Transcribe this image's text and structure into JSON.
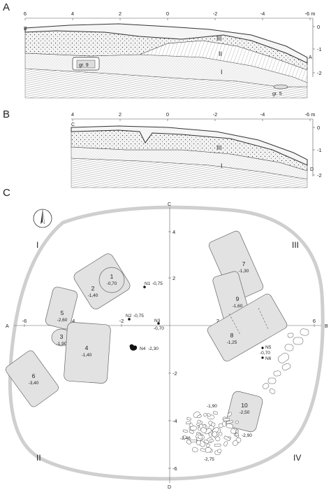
{
  "panels": {
    "a": {
      "letter": "A",
      "corners": {
        "left": "B",
        "right": "A"
      },
      "x_ticks": [
        "6",
        "4",
        "2",
        "0",
        "-2",
        "-4",
        "-6 m"
      ],
      "y_ticks": [
        "0",
        "-1",
        "-2"
      ],
      "layers": [
        "III",
        "II",
        "I"
      ],
      "graves": [
        "gr. 9",
        "gr. 5"
      ]
    },
    "b": {
      "letter": "B",
      "corners": {
        "left": "C",
        "right": "D"
      },
      "x_ticks": [
        "4",
        "2",
        "0",
        "-2",
        "-4",
        "-6 m"
      ],
      "y_ticks": [
        "0",
        "-1",
        "-2"
      ],
      "layers": [
        "III",
        "I"
      ]
    },
    "c": {
      "letter": "C",
      "axis_ends": {
        "north": "C",
        "south": "D",
        "west": "A",
        "east": "B"
      },
      "x_ticks": [
        "-6",
        "-4",
        "-2",
        "2",
        "4",
        "6"
      ],
      "y_ticks": [
        "4",
        "2",
        "-2",
        "-4",
        "-6"
      ],
      "quadrants": [
        "I",
        "II",
        "III",
        "IV"
      ],
      "pits": [
        {
          "id": "1",
          "depth": "-0,70"
        },
        {
          "id": "2",
          "depth": "-1,40"
        },
        {
          "id": "3",
          "depth": "-1,90"
        },
        {
          "id": "4",
          "depth": "-1,40"
        },
        {
          "id": "5",
          "depth": "-2,60"
        },
        {
          "id": "6",
          "depth": "-3,40"
        },
        {
          "id": "7",
          "depth": "-1,30"
        },
        {
          "id": "8",
          "depth": "-1,25"
        },
        {
          "id": "9",
          "depth": "-1,60"
        },
        {
          "id": "10",
          "depth": "-2,50"
        }
      ],
      "finds": [
        {
          "label": "N1",
          "depth": "-0,75"
        },
        {
          "label": "N2",
          "depth": "-0,75"
        },
        {
          "label": "N3",
          "depth": "-0,70"
        },
        {
          "label": "N4",
          "depth": "-2,30"
        },
        {
          "label": "N5",
          "depth": "-0,70"
        },
        {
          "label": "N6",
          "depth": ""
        }
      ],
      "stone_depths": [
        "-1,90",
        "-2,46",
        "-2,75",
        "-2,90"
      ]
    }
  }
}
